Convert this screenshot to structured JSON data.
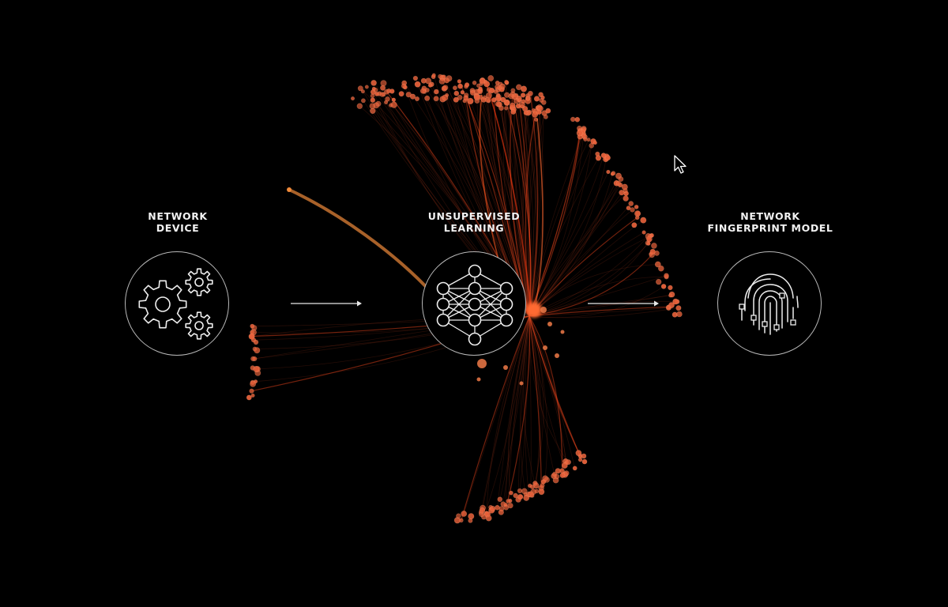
{
  "stages": [
    {
      "line1": "NETWORK",
      "line2": "DEVICE",
      "icon": "gears-icon"
    },
    {
      "line1": "UNSUPERVISED",
      "line2": "LEARNING",
      "icon": "neural-network-icon"
    },
    {
      "line1": "NETWORK",
      "line2": "FINGERPRINT MODEL",
      "icon": "fingerprint-icon"
    }
  ],
  "colors": {
    "background": "#000000",
    "label": "#f2f2f2",
    "node_ring": "#b8b8b8",
    "particle": "#e8613a",
    "particle_hot": "#ff4a1c",
    "arrow": "#e8e8e8"
  }
}
